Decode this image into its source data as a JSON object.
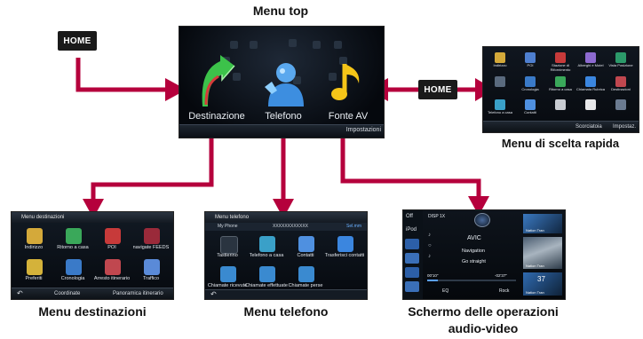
{
  "captions": {
    "menu_top": "Menu top",
    "menu_rapida": "Menu di scelta rapida",
    "menu_destinazioni": "Menu destinazioni",
    "menu_telefono": "Menu telefono",
    "schermo_av_line1": "Schermo delle operazioni",
    "schermo_av_line2": "audio-video"
  },
  "home_buttons": {
    "left": "HOME",
    "right": "HOME"
  },
  "top_screen": {
    "items": [
      "Destinazione",
      "Telefono",
      "Fonte AV"
    ],
    "footer_right": "Impostazioni"
  },
  "rapida_screen": {
    "tiles": [
      "Indirizzo",
      "POI",
      "Stazione di Rifornimento",
      "Alberghi e Motel",
      "Vista Posizione",
      "",
      "Cronologia",
      "Ritorno a casa",
      "Chiamata Rubrica",
      "Destinazioni",
      "Telefono a casa",
      "Contatti",
      "",
      "",
      ""
    ],
    "footer_left": "Scorciatoia",
    "footer_right": "Impostaz."
  },
  "destinazioni_screen": {
    "header": "Menu destinazioni",
    "tiles": [
      "Indirizzo",
      "Ritorno a casa",
      "POI",
      "navigate FEEDS",
      "Preferiti",
      "Cronologia",
      "Arresto itinerario",
      "Traffico"
    ],
    "footer": [
      "Coordinate",
      "Panoramica itinerario"
    ]
  },
  "telefono_screen": {
    "header": "Menu telefono",
    "status_left": "My Phone",
    "status_mid": "XXXXXXXXXXXX",
    "status_right": "Sel.mm",
    "tiles": [
      "Tastierino",
      "Telefono a casa",
      "Contatti",
      "Trasferisci contatti",
      "Chiamate ricevute",
      "Chiamate effettuate",
      "Chiamate perse"
    ]
  },
  "av_screen": {
    "left_top": "Off",
    "left_second": "iPod",
    "top_center": "DISP 1X",
    "thumb_top": "Nation Tran",
    "title": "AVIC",
    "line2": "Navigation",
    "line3": "Go straight",
    "time_left": "00'10\"",
    "time_right": "-02'37\"",
    "eq": "EQ",
    "genre": "Rock",
    "thumb_mid": "Nation Tran",
    "clock": "37",
    "thumb_bottom": "Nation Tran"
  },
  "colors": {
    "arrow": "#b5003c",
    "screen_bg": "#070b12",
    "home_button": "#1a1a1a"
  }
}
